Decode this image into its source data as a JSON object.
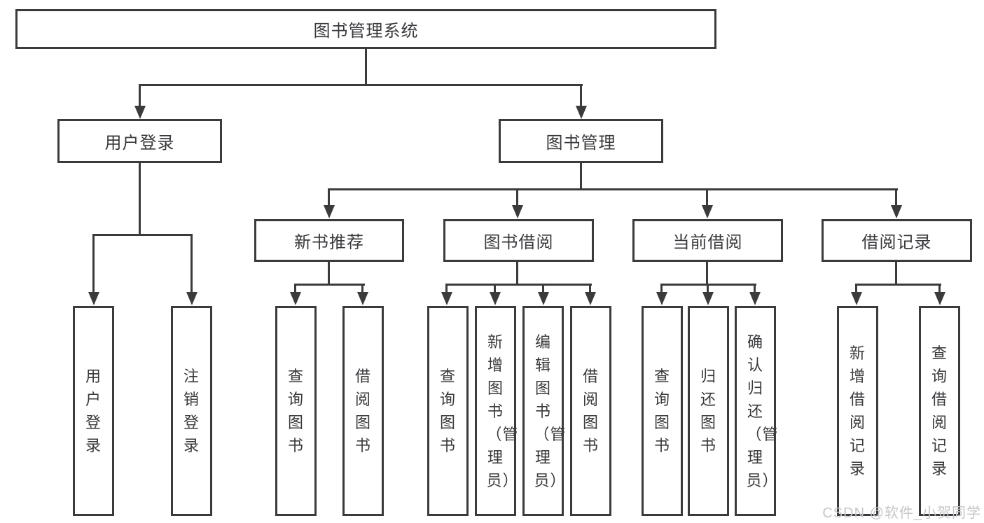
{
  "diagram": {
    "root": {
      "label": "图书管理系统"
    },
    "level2": [
      {
        "label": "用户登录",
        "children": [
          {
            "label": "用户登录"
          },
          {
            "label": "注销登录"
          }
        ]
      },
      {
        "label": "图书管理",
        "children": [
          {
            "label": "新书推荐",
            "children": [
              {
                "label": "查询图书"
              },
              {
                "label": "借阅图书"
              }
            ]
          },
          {
            "label": "图书借阅",
            "children": [
              {
                "label": "查询图书"
              },
              {
                "label": "新增图书（管理员）"
              },
              {
                "label": "编辑图书（管理员）"
              },
              {
                "label": "借阅图书"
              }
            ]
          },
          {
            "label": "当前借阅",
            "children": [
              {
                "label": "查询图书"
              },
              {
                "label": "归还图书"
              },
              {
                "label": "确认归还（管理员）"
              }
            ]
          },
          {
            "label": "借阅记录",
            "children": [
              {
                "label": "新增借阅记录"
              },
              {
                "label": "查询借阅记录"
              }
            ]
          }
        ]
      }
    ]
  },
  "watermark": {
    "text": "CSDN @软件_小贺同学"
  },
  "colors": {
    "line": "#3b3b3d",
    "text": "#3a3a3e",
    "background": "#ffffff",
    "watermark": "#c6c6cb"
  }
}
